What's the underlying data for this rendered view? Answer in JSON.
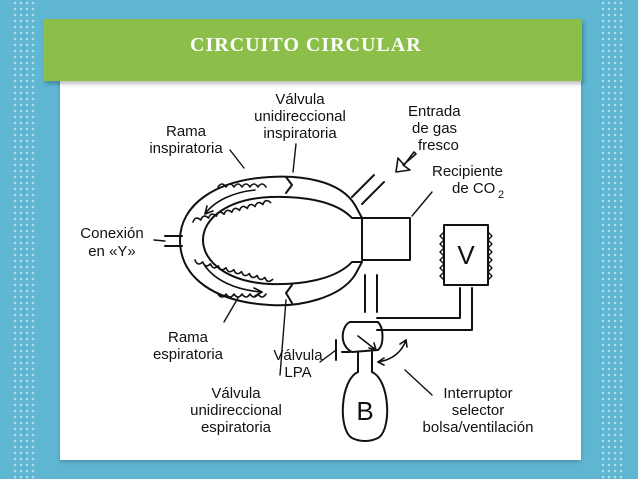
{
  "title": "CIRCUITO CIRCULAR",
  "labels": {
    "valvula_insp_1": "Válvula",
    "valvula_insp_2": "unidireccional",
    "valvula_insp_3": "inspiratoria",
    "rama_insp_1": "Rama",
    "rama_insp_2": "inspiratoria",
    "entrada_1": "Entrada",
    "entrada_2": "de gas",
    "entrada_3": "fresco",
    "recipiente_1": "Recipiente",
    "recipiente_2": "de CO",
    "recipiente_sub": "2",
    "conexion_1": "Conexión",
    "conexion_2": "en «Y»",
    "ventilador": "V",
    "rama_esp_1": "Rama",
    "rama_esp_2": "espiratoria",
    "lpa_1": "Válvula",
    "lpa_2": "LPA",
    "valvula_esp_1": "Válvula",
    "valvula_esp_2": "unidireccional",
    "valvula_esp_3": "espiratoria",
    "bolsa": "B",
    "interruptor_1": "Interruptor",
    "interruptor_2": "selector",
    "interruptor_3": "bolsa/ventilación"
  },
  "colors": {
    "background": "#5fb6d2",
    "title_bar": "#8bbf49",
    "slide": "#ffffff",
    "ink": "#111111"
  }
}
